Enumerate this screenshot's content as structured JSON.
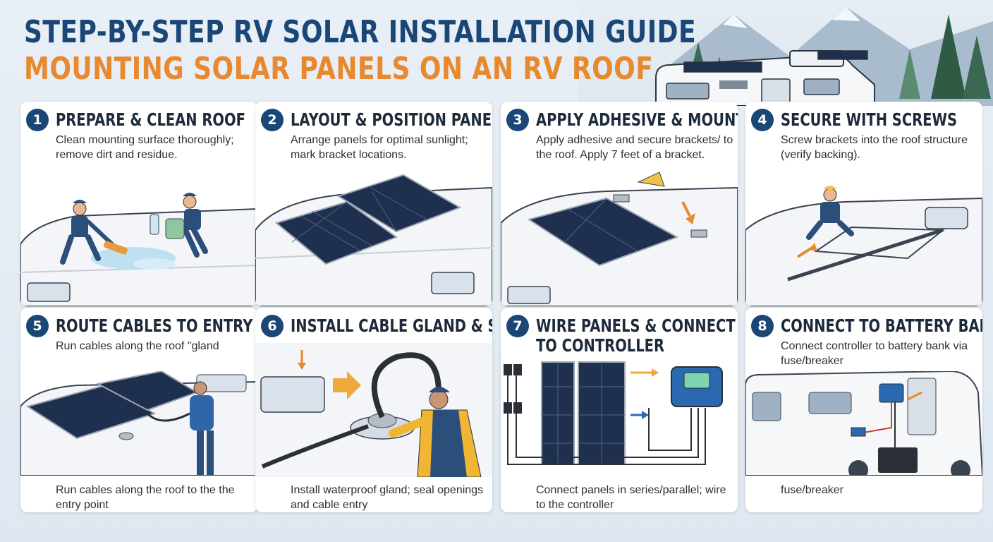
{
  "header": {
    "title_line1": "STEP-BY-STEP RV SOLAR INSTALLATION GUIDE",
    "title_line2": "MOUNTING SOLAR PANELS ON AN RV ROOF"
  },
  "colors": {
    "navy": "#1b4777",
    "orange": "#e8892f",
    "panel": "#1f2f4e",
    "roof": "#f3f5f8"
  },
  "steps": [
    {
      "num": "1",
      "title": "PREPARE & CLEAN ROOF",
      "desc": "Clean mounting surface thoroughly; remove dirt and residue.",
      "footer": ""
    },
    {
      "num": "2",
      "title": "LAYOUT & POSITION PANELS",
      "desc": "Arrange panels for optimal sunlight; mark bracket locations.",
      "footer": ""
    },
    {
      "num": "3",
      "title": "APPLY ADHESIVE & MOUNT",
      "desc": "Apply adhesive and secure brackets/ to the roof. Apply 7 feet of a bracket.",
      "footer": ""
    },
    {
      "num": "4",
      "title": "SECURE WITH SCREWS",
      "desc": "Screw brackets into the roof structure (verify backing).",
      "footer": ""
    },
    {
      "num": "5",
      "title": "ROUTE CABLES TO ENTRY",
      "desc": "Run cables along the roof \"gland",
      "footer": "Run cables along the roof to the the entry point"
    },
    {
      "num": "6",
      "title": "INSTALL CABLE GLAND & SEAL",
      "desc": "",
      "footer": "Install waterproof gland; seal openings and cable entry"
    },
    {
      "num": "7",
      "title": "WIRE PANELS & CONNECT TO CONTROLLER",
      "title_l1": "WIRE PANELS & CONNECT",
      "title_l2": "TO CONTROLLER",
      "desc": "",
      "footer": "Connect panels in series/parallel; wire to the controller"
    },
    {
      "num": "8",
      "title": "CONNECT TO BATTERY BANK",
      "desc": "Connect controller to battery bank via fuse/breaker",
      "footer": "fuse/breaker"
    }
  ]
}
